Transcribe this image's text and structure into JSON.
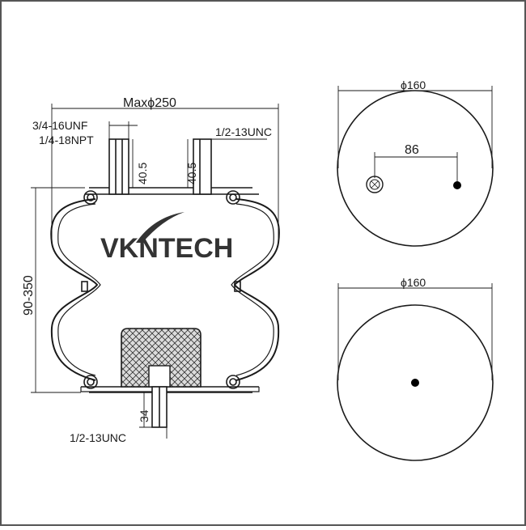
{
  "drawing": {
    "brand": "VKNTECH",
    "max_diameter_label": "Maxϕ250",
    "top_thread_label_1": "3/4-16UNF",
    "top_thread_label_2": "1/4-18NPT",
    "top_right_thread_label": "1/2-13UNC",
    "stud_length_left": "40.5",
    "stud_length_right": "40.5",
    "height_range_label": "90-350",
    "bottom_stud_length": "34",
    "bottom_thread_label": "1/2-13UNC",
    "top_view_diameter": "ϕ160",
    "top_view_offset": "86",
    "bottom_view_diameter": "ϕ160"
  },
  "colors": {
    "line": "#1a1a1a",
    "frame": "#555555",
    "bumper_fill": "#d0d0d0"
  }
}
